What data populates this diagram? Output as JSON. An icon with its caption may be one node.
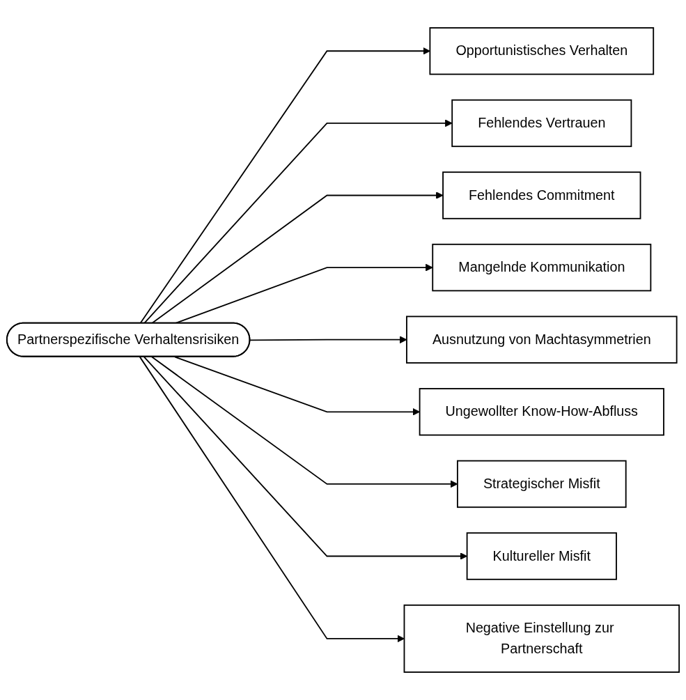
{
  "diagram": {
    "nodes": [
      {
        "text": [
          "Partnerspezifische Verhaltensrisiken"
        ]
      },
      {
        "text": [
          "Opportunistisches Verhalten"
        ]
      },
      {
        "text": [
          "Fehlendes Vertrauen"
        ]
      },
      {
        "text": [
          "Fehlendes Commitment"
        ]
      },
      {
        "text": [
          "Mangelnde Kommunikation"
        ]
      },
      {
        "text": [
          "Ausnutzung von Machtasymmetrien"
        ]
      },
      {
        "text": [
          "Ungewollter Know-How-Abfluss"
        ]
      },
      {
        "text": [
          "Strategischer Misfit"
        ]
      },
      {
        "text": [
          "Kultureller Misfit"
        ]
      },
      {
        "text": [
          "Negative Einstellung zur Partnerschaft"
        ]
      }
    ],
    "edges": [
      {
        "from": 0,
        "to": 1,
        "arrow": "to"
      },
      {
        "from": 0,
        "to": 2,
        "arrow": "to"
      },
      {
        "from": 0,
        "to": 3,
        "arrow": "to"
      },
      {
        "from": 0,
        "to": 4,
        "arrow": "to"
      },
      {
        "from": 0,
        "to": 5,
        "arrow": "to"
      },
      {
        "from": 0,
        "to": 6,
        "arrow": "to"
      },
      {
        "from": 0,
        "to": 7,
        "arrow": "to"
      },
      {
        "from": 0,
        "to": 8,
        "arrow": "to"
      },
      {
        "from": 0,
        "to": 9,
        "arrow": "to"
      }
    ]
  }
}
